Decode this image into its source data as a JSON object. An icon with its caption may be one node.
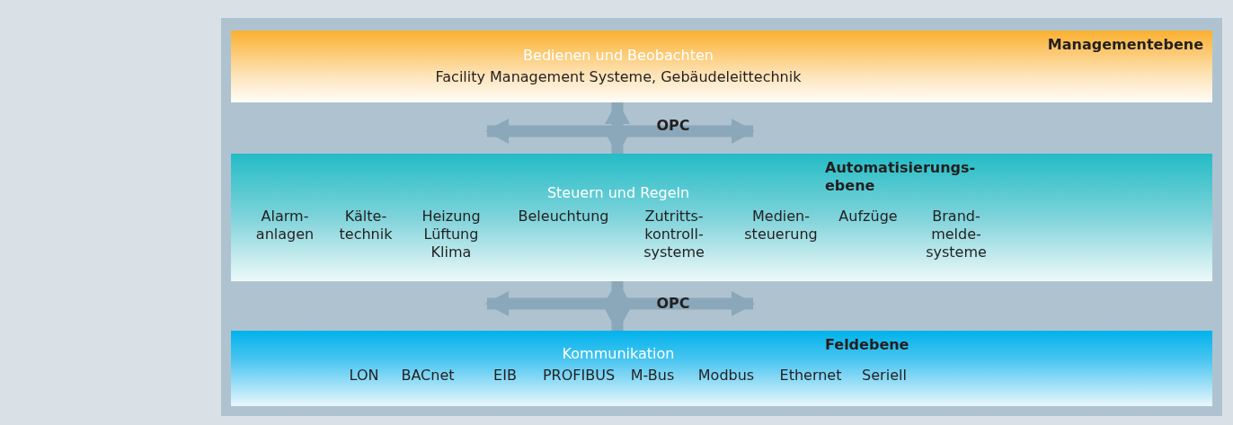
{
  "diagram": {
    "nodes": [
      {
        "text": [
          "Managementebene",
          "Bedienen und Beobachten",
          "Facility Management Systeme, Gebäudeleittechnik"
        ]
      },
      {
        "text": [
          "Automatisierungs- ebene",
          "Steuern und Regeln",
          "Alarm- anlagen",
          "Kälte- technik",
          "Heizung Lüftung Klima",
          "Beleuchtung",
          "Zutritts- kontroll- systeme",
          "Medien- steuerung",
          "Aufzüge",
          "Brand- melde- systeme"
        ]
      },
      {
        "text": [
          "Feldebene",
          "Kommunikation",
          "LON",
          "BACnet",
          "EIB",
          "PROFIBUS",
          "M-Bus",
          "Modbus",
          "Ethernet",
          "Seriell"
        ]
      }
    ],
    "edges": [
      {
        "from": 0,
        "to": 1,
        "arrow": "both",
        "label": "OPC"
      },
      {
        "from": 1,
        "to": 2,
        "arrow": "both",
        "label": "OPC"
      }
    ]
  }
}
